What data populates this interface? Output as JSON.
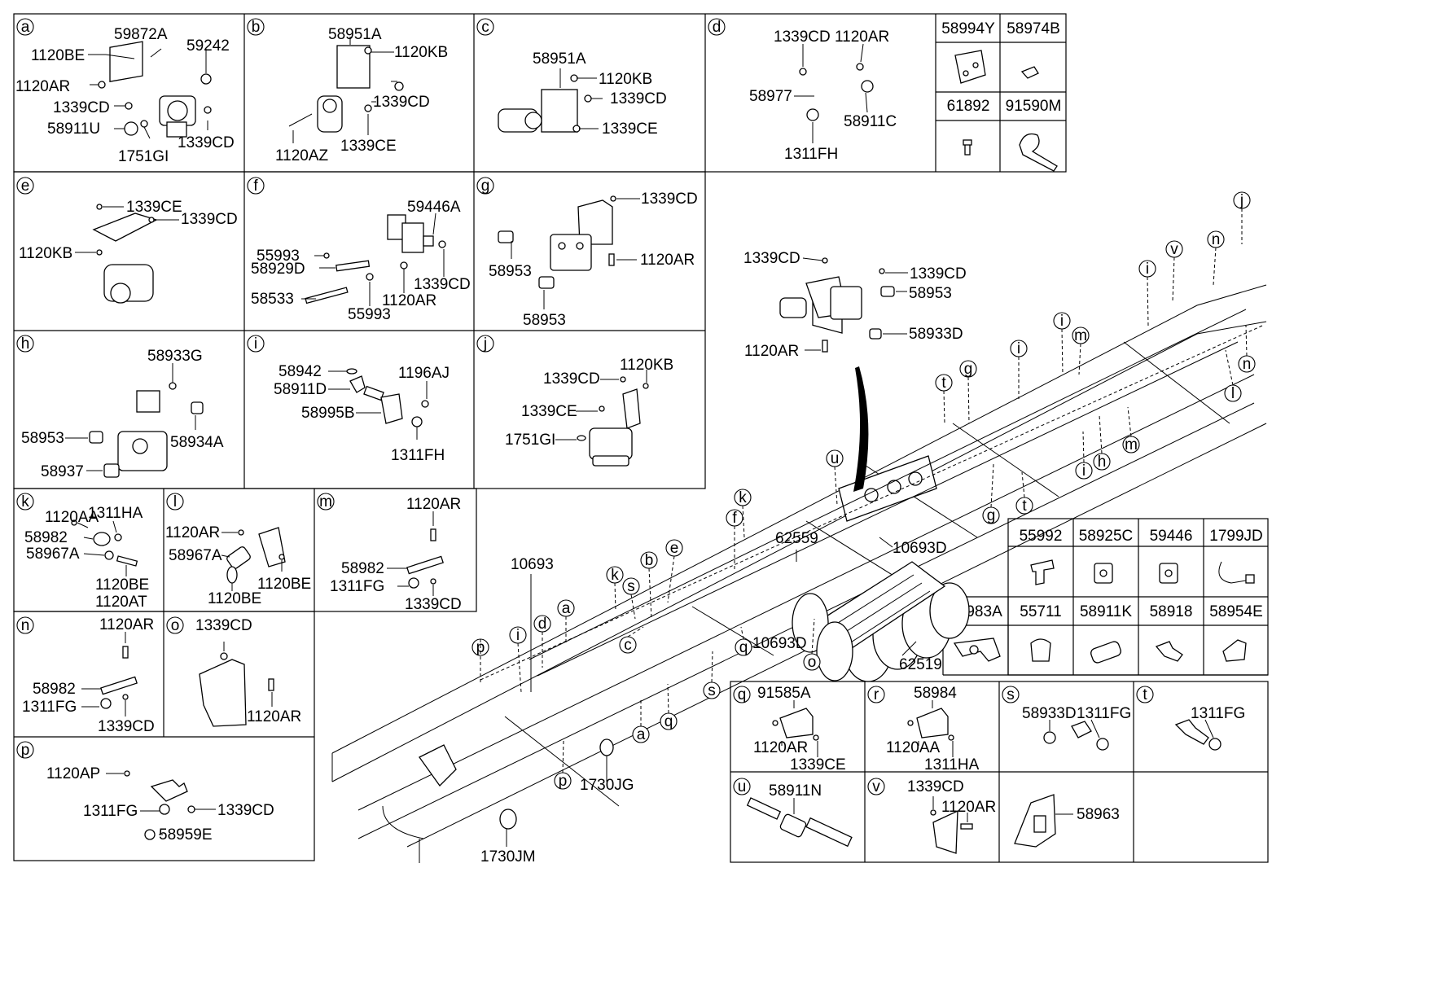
{
  "sections": [
    {
      "key": "a",
      "labels": [
        "59872A",
        "1120BE",
        "59242",
        "1120AR",
        "1339CD",
        "58911U",
        "1751GI",
        "1339CD"
      ]
    },
    {
      "key": "b",
      "labels": [
        "58951A",
        "1120KB",
        "1339CD",
        "1120AZ",
        "1339CE"
      ]
    },
    {
      "key": "c",
      "labels": [
        "58951A",
        "1120KB",
        "1339CD",
        "1339CE"
      ]
    },
    {
      "key": "d",
      "labels": [
        "1339CD",
        "1120AR",
        "58977",
        "58911C",
        "1311FH"
      ]
    },
    {
      "key": "e",
      "labels": [
        "1339CE",
        "1339CD",
        "1120KB"
      ]
    },
    {
      "key": "f",
      "labels": [
        "59446A",
        "55993",
        "58929D",
        "1339CD",
        "58533",
        "1120AR",
        "55993"
      ]
    },
    {
      "key": "g",
      "labels": [
        "1339CD",
        "58953",
        "1120AR",
        "58953"
      ]
    },
    {
      "key": "h",
      "labels": [
        "58933G",
        "58953",
        "58934A",
        "58937"
      ]
    },
    {
      "key": "i",
      "labels": [
        "58942",
        "1196AJ",
        "58911D",
        "58995B",
        "1311FH"
      ]
    },
    {
      "key": "j",
      "labels": [
        "1120KB",
        "1339CD",
        "1339CE",
        "1751GI"
      ]
    },
    {
      "key": "k",
      "labels": [
        "1120AA",
        "1311HA",
        "58982",
        "58967A",
        "1120BE",
        "1120AT"
      ]
    },
    {
      "key": "l",
      "labels": [
        "1120AR",
        "58967A",
        "1120BE",
        "1120BE"
      ]
    },
    {
      "key": "m",
      "labels": [
        "1120AR",
        "58982",
        "1311FG",
        "1339CD"
      ]
    },
    {
      "key": "n",
      "labels": [
        "1120AR",
        "58982",
        "1311FG",
        "1339CD"
      ]
    },
    {
      "key": "o",
      "labels": [
        "1339CD",
        "1120AR"
      ]
    },
    {
      "key": "p",
      "labels": [
        "1120AP",
        "1311FG",
        "1339CD",
        "58959E"
      ]
    },
    {
      "key": "q",
      "labels": [
        "91585A",
        "1120AR",
        "1339CE"
      ]
    },
    {
      "key": "r",
      "labels": [
        "58984",
        "1120AA",
        "1311HA"
      ]
    },
    {
      "key": "s",
      "labels": [
        "58933D",
        "1311FG"
      ]
    },
    {
      "key": "t",
      "labels": [
        "1311FG"
      ]
    },
    {
      "key": "u",
      "labels": [
        "58911N"
      ]
    },
    {
      "key": "v",
      "labels": [
        "1339CD",
        "1120AR"
      ]
    },
    {
      "key": "w",
      "labels": [
        "58963"
      ]
    }
  ],
  "table_top": [
    {
      "code": "58994Y",
      "icon": "bracket-icon"
    },
    {
      "code": "58974B",
      "icon": "fitting-icon"
    },
    {
      "code": "61892",
      "icon": "bolt-icon"
    },
    {
      "code": "91590M",
      "icon": "clamp-icon"
    }
  ],
  "table_bottom": [
    {
      "code": "55992",
      "icon": "tee-fitting-icon"
    },
    {
      "code": "58925C",
      "icon": "block-icon"
    },
    {
      "code": "59446",
      "icon": "block-icon"
    },
    {
      "code": "1799JD",
      "icon": "cable-tie-icon"
    },
    {
      "code": "58983A",
      "icon": "clip-icon"
    },
    {
      "code": "55711",
      "icon": "cap-icon"
    },
    {
      "code": "58911K",
      "icon": "connector-icon"
    },
    {
      "code": "58918",
      "icon": "elbow-icon"
    },
    {
      "code": "58954E",
      "icon": "clip-icon"
    }
  ],
  "main": {
    "top_cluster": [
      "1339CD",
      "1339CD",
      "58953",
      "58933D",
      "1120AR"
    ],
    "labels": [
      "10693",
      "10693D",
      "10693D",
      "62559",
      "62519",
      "1730JG",
      "1730JM"
    ],
    "bubbles": [
      "a",
      "b",
      "c",
      "d",
      "e",
      "f",
      "g",
      "h",
      "i",
      "j",
      "k",
      "l",
      "m",
      "n",
      "o",
      "p",
      "q",
      "s",
      "t",
      "u",
      "v"
    ]
  }
}
